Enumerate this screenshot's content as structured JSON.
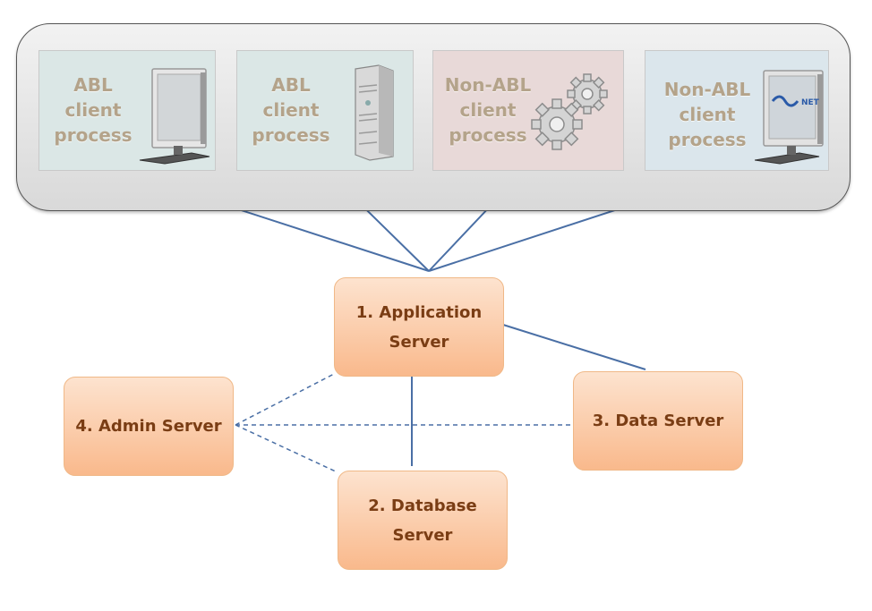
{
  "clients": [
    {
      "label": "ABL\nclient\nprocess",
      "icon": "monitor-icon"
    },
    {
      "label": "ABL\nclient\nprocess",
      "icon": "server-tower-icon"
    },
    {
      "label": "Non-ABL\nclient\nprocess",
      "icon": "gears-icon"
    },
    {
      "label": "Non-ABL\nclient\nprocess",
      "icon": "dotnet-monitor-icon",
      "screen_text": "NET"
    }
  ],
  "servers": {
    "application": "1. Application\nServer",
    "database": "2. Database\nServer",
    "data": "3. Data Server",
    "admin": "4. Admin Server"
  },
  "colors": {
    "connector": "#4a6fa5",
    "server_fill_top": "#fde3cf",
    "server_fill_bottom": "#f9b98c",
    "server_text": "#7a3d14",
    "client_text": "#b4a38a"
  },
  "connections": [
    {
      "from": "client-1",
      "to": "application",
      "style": "solid"
    },
    {
      "from": "client-2",
      "to": "application",
      "style": "solid"
    },
    {
      "from": "client-3",
      "to": "application",
      "style": "solid"
    },
    {
      "from": "client-4",
      "to": "application",
      "style": "solid"
    },
    {
      "from": "application",
      "to": "data",
      "style": "solid"
    },
    {
      "from": "application",
      "to": "database",
      "style": "solid"
    },
    {
      "from": "admin",
      "to": "application",
      "style": "dashed"
    },
    {
      "from": "admin",
      "to": "data",
      "style": "dashed"
    },
    {
      "from": "admin",
      "to": "database",
      "style": "dashed"
    }
  ]
}
